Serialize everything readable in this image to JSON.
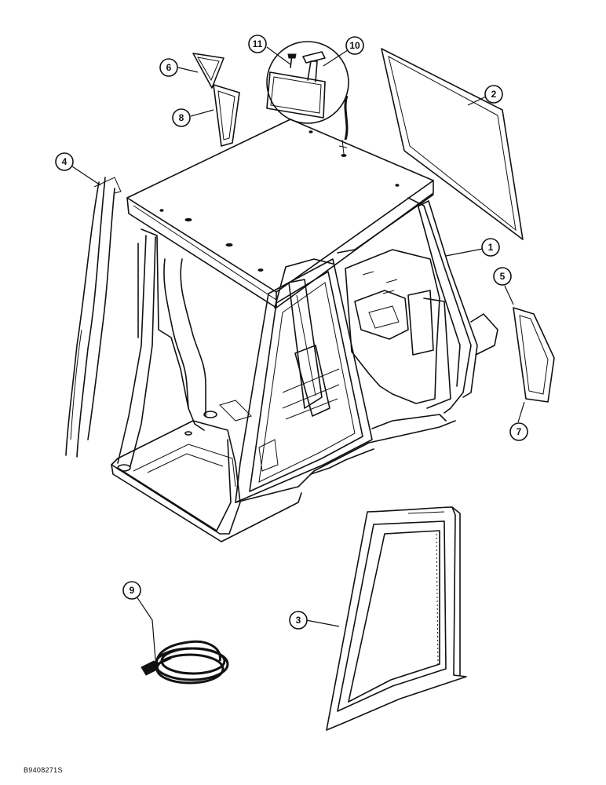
{
  "figure_code": "B9408271S",
  "callouts": [
    {
      "id": "1",
      "label": "1"
    },
    {
      "id": "2",
      "label": "2"
    },
    {
      "id": "3",
      "label": "3"
    },
    {
      "id": "4",
      "label": "4"
    },
    {
      "id": "5",
      "label": "5"
    },
    {
      "id": "6",
      "label": "6"
    },
    {
      "id": "7",
      "label": "7"
    },
    {
      "id": "8",
      "label": "8"
    },
    {
      "id": "9",
      "label": "9"
    },
    {
      "id": "10",
      "label": "10"
    },
    {
      "id": "11",
      "label": "11"
    }
  ]
}
